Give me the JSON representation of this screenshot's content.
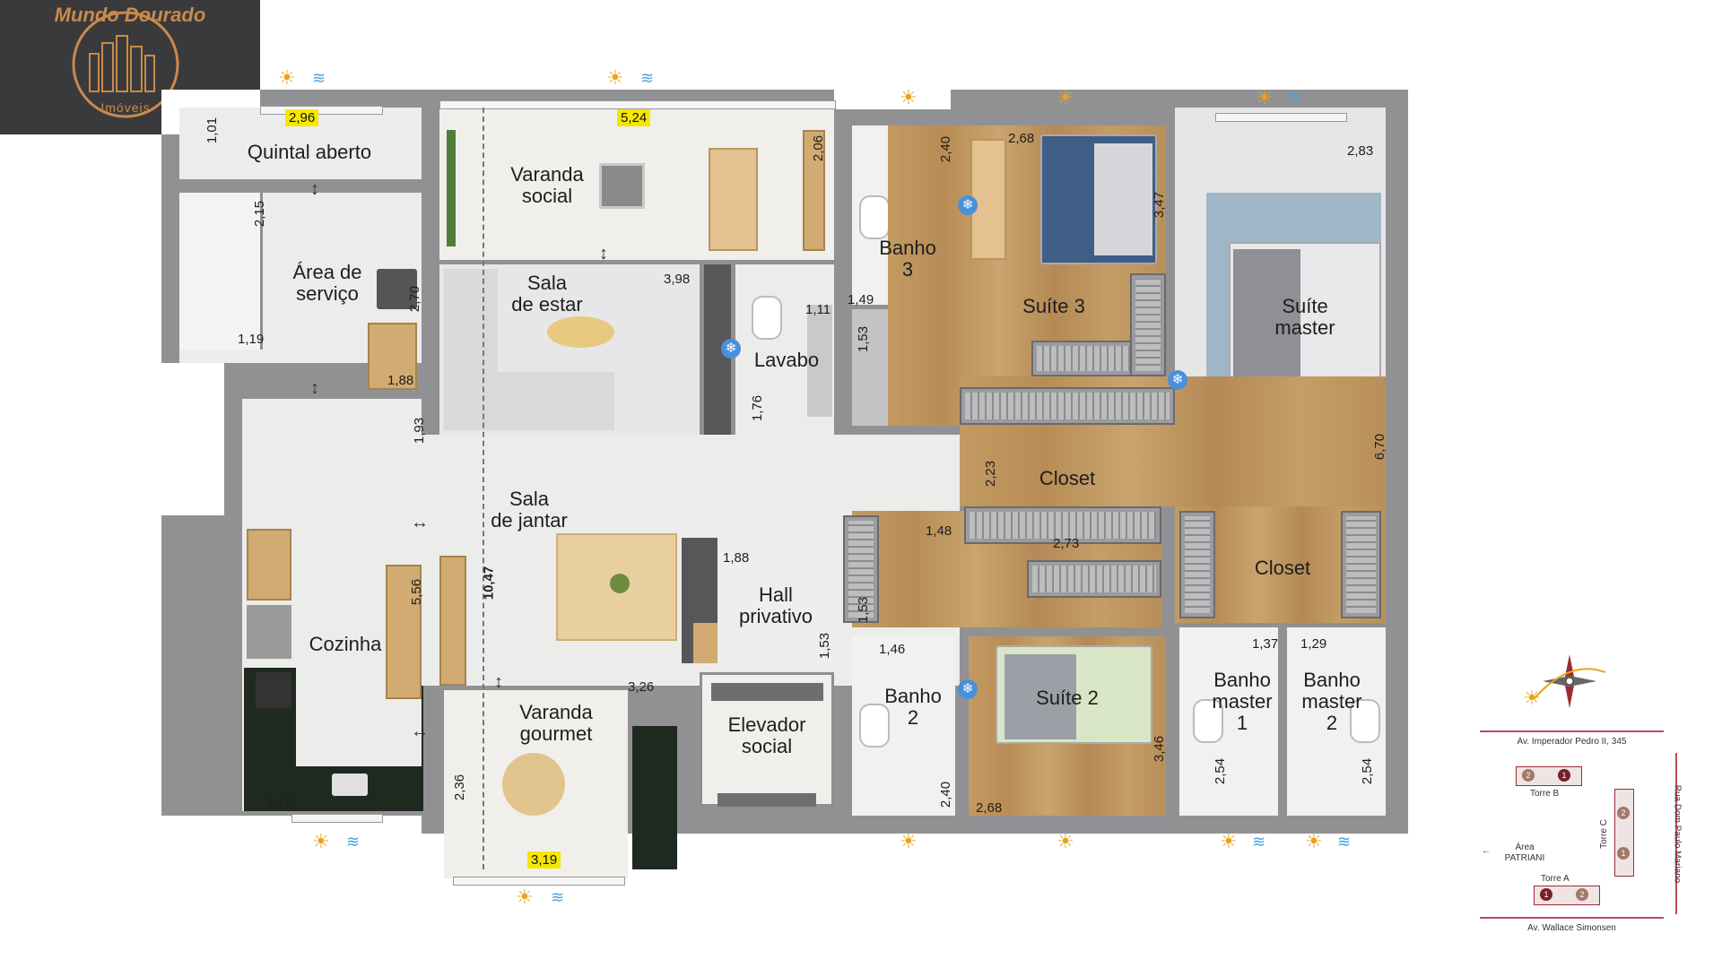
{
  "logo": {
    "name_top": "Mundo Dourado",
    "name_bottom": "Imóveis",
    "accent_color": "#c98a4b"
  },
  "rooms": {
    "quintal": "Quintal aberto",
    "varanda_social_1": "Varanda",
    "varanda_social_2": "social",
    "area_servico_1": "Área de",
    "area_servico_2": "serviço",
    "sala_estar_1": "Sala",
    "sala_estar_2": "de estar",
    "lavabo": "Lavabo",
    "banho3_1": "Banho",
    "banho3_2": "3",
    "suite3": "Suíte 3",
    "suite_master_1": "Suíte",
    "suite_master_2": "master",
    "closet1": "Closet",
    "closet2": "Closet",
    "sala_jantar_1": "Sala",
    "sala_jantar_2": "de jantar",
    "hall_1": "Hall",
    "hall_2": "privativo",
    "cozinha": "Cozinha",
    "elevador_1": "Elevador",
    "elevador_2": "social",
    "varanda_gourmet_1": "Varanda",
    "varanda_gourmet_2": "gourmet",
    "banho2_1": "Banho",
    "banho2_2": "2",
    "suite2": "Suíte 2",
    "bm1_1": "Banho",
    "bm1_2": "master",
    "bm1_3": "1",
    "bm2_1": "Banho",
    "bm2_2": "master",
    "bm2_3": "2"
  },
  "dimensions": {
    "quintal_w": "2,96",
    "quintal_h": "1,01",
    "varanda_w": "5,24",
    "varanda_h": "2,06",
    "servico_ws_h": "2,15",
    "servico_ws_w": "1,19",
    "servico_h": "2,70",
    "servico_w": "1,88",
    "sala_w": "3,98",
    "lavabo_w": "1,11",
    "lavabo_h": "1,76",
    "banho3_h": "2,40",
    "banho3_w": "1,49",
    "suite3_w": "2,68",
    "suite3_h": "3,47",
    "master_w": "2,83",
    "master_h": "6,70",
    "closet_left_h": "1,53",
    "closet_h": "2,23",
    "jantar_h_small": "1,93",
    "closet2_w": "1,48",
    "closet2_w2": "2,73",
    "hall_w": "1,88",
    "hall_h": "1,53",
    "cozinha_h": "5,56",
    "living_h": "10,47",
    "varanda_g_w": "3,26",
    "closet_lower_h": "1,53",
    "banho2_w": "1,46",
    "banho2_h": "2,40",
    "suite2_h": "3,46",
    "suite2_w": "2,68",
    "bm1_w": "1,37",
    "bm1_h": "2,54",
    "bm2_w": "1,29",
    "bm2_h": "2,54",
    "cozinha_w": "2,47",
    "gourmet_h": "2,36",
    "gourmet_w": "3,19"
  },
  "location_key": {
    "street_top": "Av. Imperador Pedro II, 345",
    "street_bottom": "Av. Wallace Simonsen",
    "street_right": "Rua Dom Paulo Mariano",
    "area_label_1": "Área",
    "area_label_2": "PATRIANI",
    "torre_b": "Torre B",
    "torre_c": "Torre C",
    "torre_a": "Torre A",
    "badge_1": "1",
    "badge_2": "2"
  },
  "icons": {
    "sun": "sun-icon",
    "wind": "wind-icon",
    "ac": "snowflake-icon",
    "compass": "compass-icon"
  }
}
